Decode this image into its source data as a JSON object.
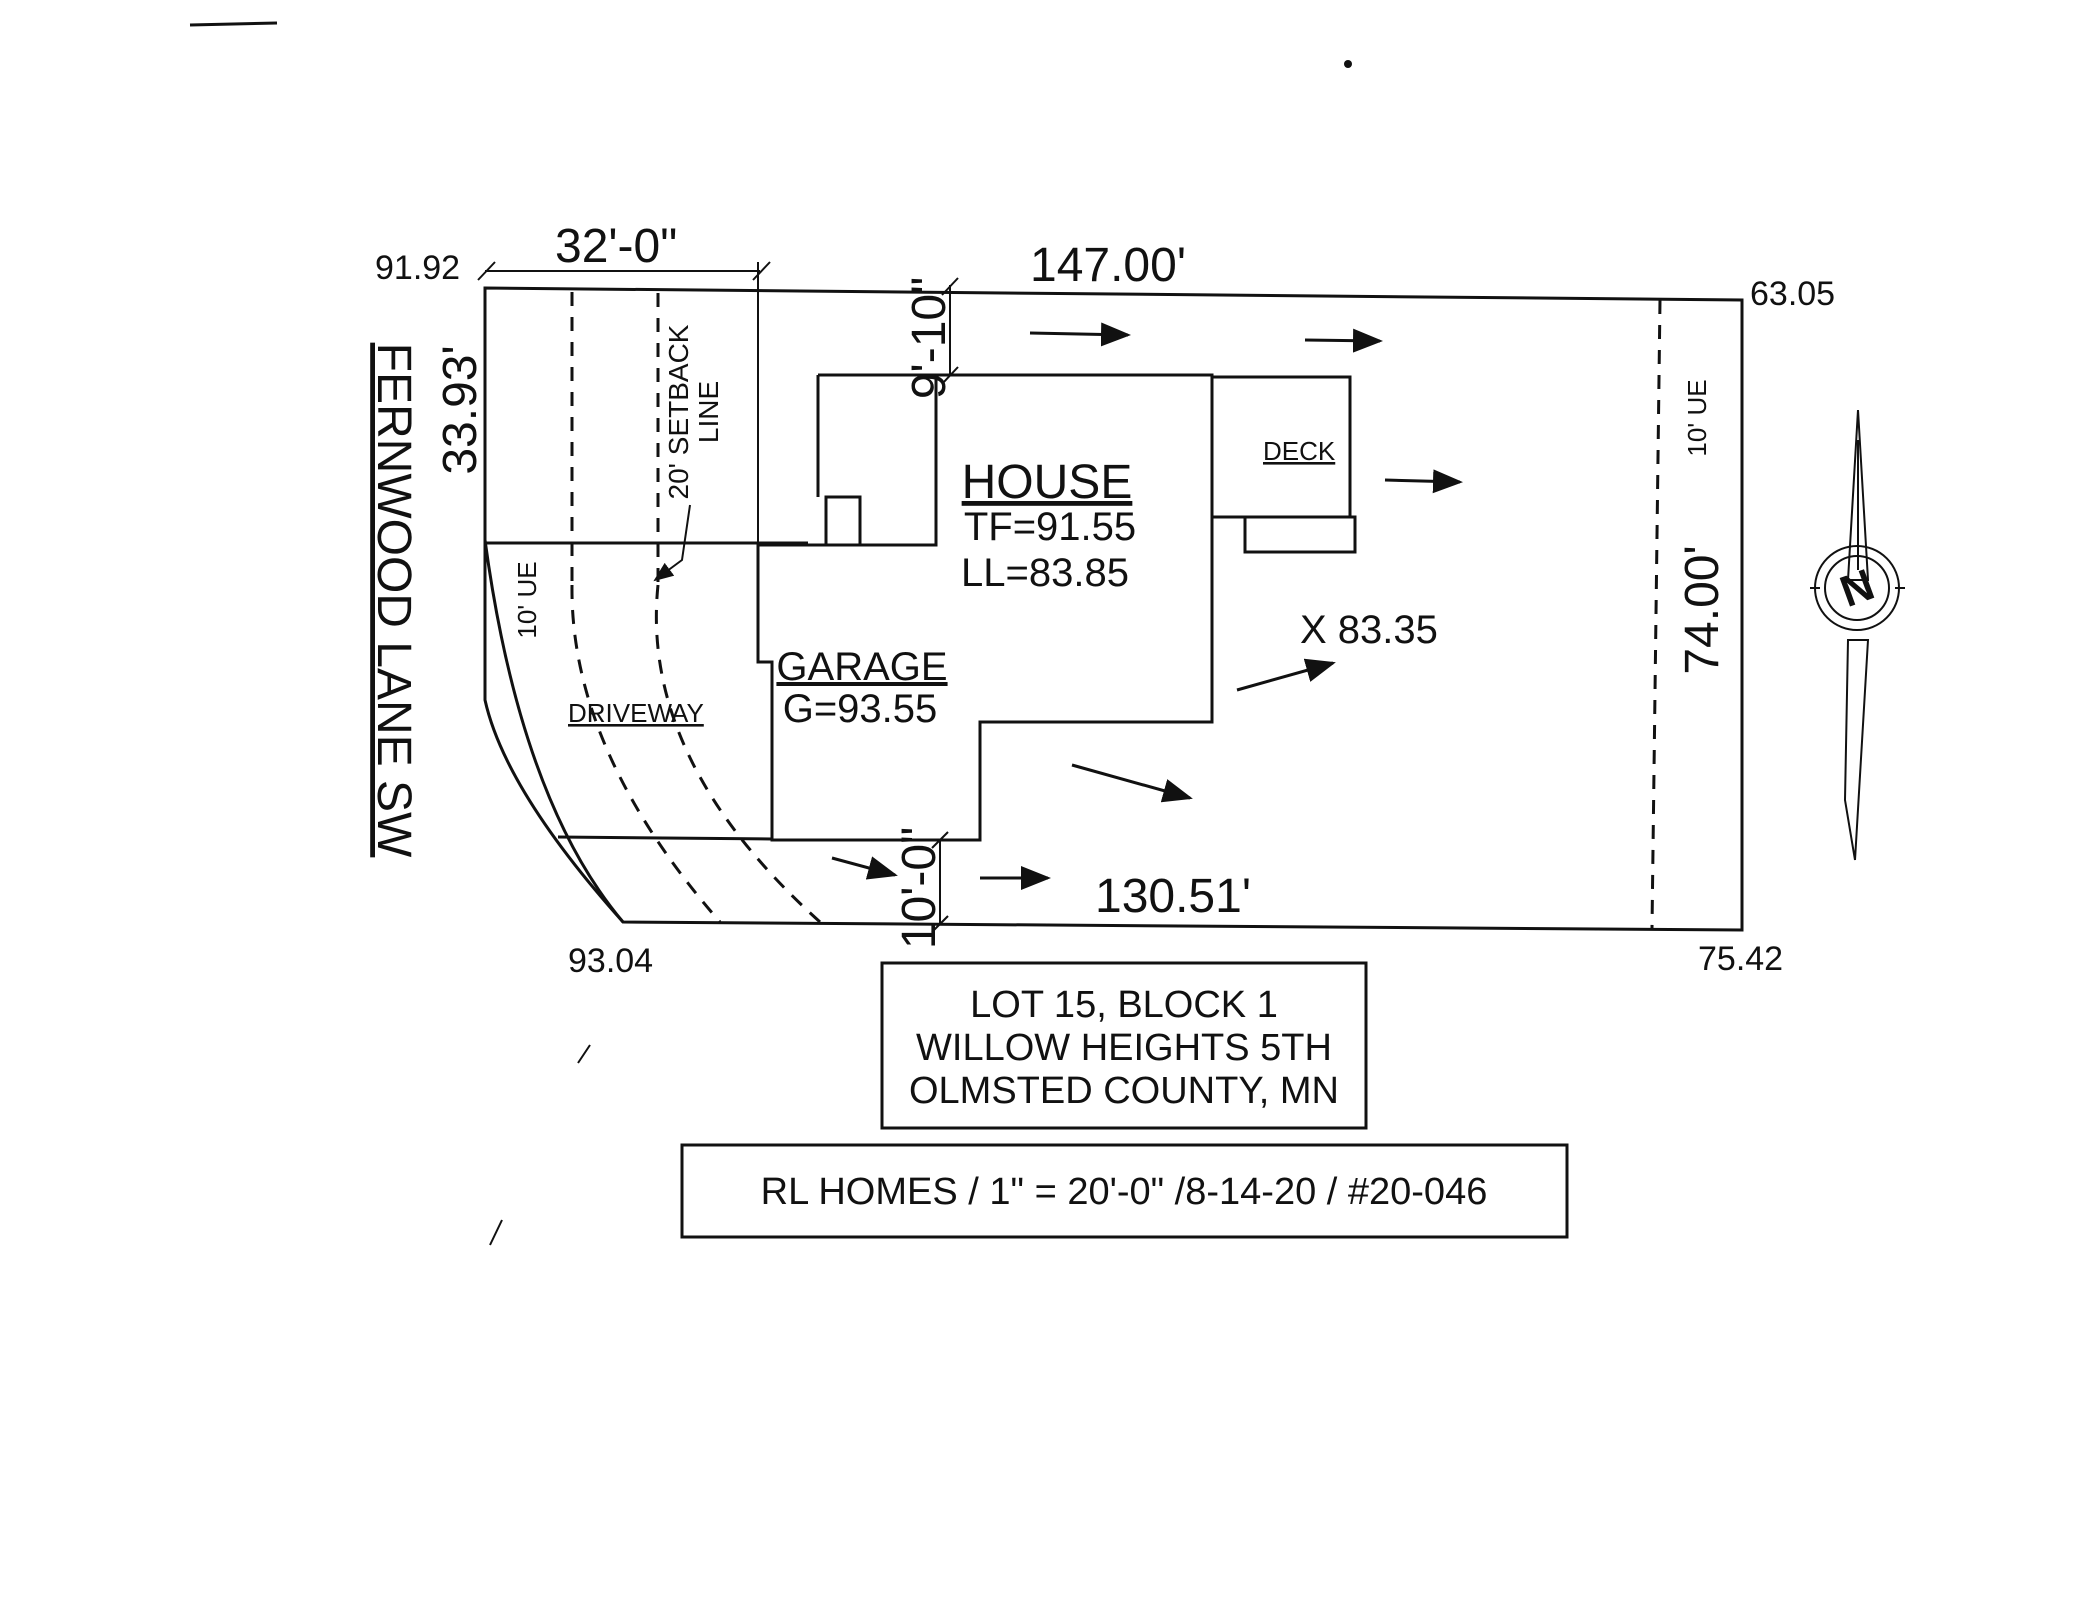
{
  "colors": {
    "ink": "#111111",
    "paper": "#ffffff"
  },
  "street": "FERNWOOD LANE SW",
  "elevations": {
    "nw_corner": "91.92",
    "ne_corner": "63.05",
    "sw_corner": "93.04",
    "se_corner": "75.42",
    "spot": "X 83.35"
  },
  "dimensions": {
    "front_width": "32'-0\"",
    "north_line": "147.00'",
    "south_line": "130.51'",
    "west_line": "33.93'",
    "east_line": "74.00'",
    "house_to_north": "9'-10\"",
    "garage_to_south": "10'-0\""
  },
  "labels": {
    "setback_line1": "20' SETBACK",
    "setback_line2": "LINE",
    "ue_west": "10' UE",
    "ue_east": "10' UE",
    "driveway": "DRIVEWAY",
    "deck": "DECK",
    "house": "HOUSE",
    "house_tf": "TF=91.55",
    "house_ll": "LL=83.85",
    "garage": "GARAGE",
    "garage_g": "G=93.55"
  },
  "north_arrow": {
    "letter": "N",
    "icon": "north-arrow-icon"
  },
  "legal": {
    "line1": "LOT 15, BLOCK 1",
    "line2": "WILLOW HEIGHTS 5TH",
    "line3": "OLMSTED COUNTY, MN"
  },
  "footer": "RL HOMES / 1\" = 20'-0\" /8-14-20 / #20-046"
}
